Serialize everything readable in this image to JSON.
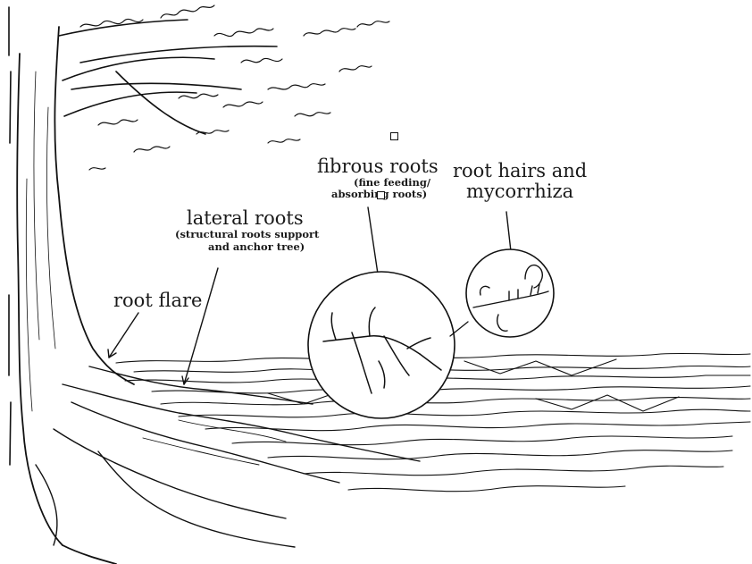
{
  "labels": {
    "root_flare": "root flare",
    "lateral_roots": "lateral roots",
    "lateral_roots_note_1": "(structural roots support",
    "lateral_roots_note_2": "and anchor tree)",
    "fibrous_roots": "fibrous roots",
    "fibrous_roots_note_1": "(fine feeding/",
    "fibrous_roots_note_2": "absorbing roots)",
    "root_hairs_1": "root hairs and",
    "root_hairs_2": "mycorrhiza"
  },
  "colors": {
    "ink": "#111111",
    "background": "#ffffff"
  }
}
